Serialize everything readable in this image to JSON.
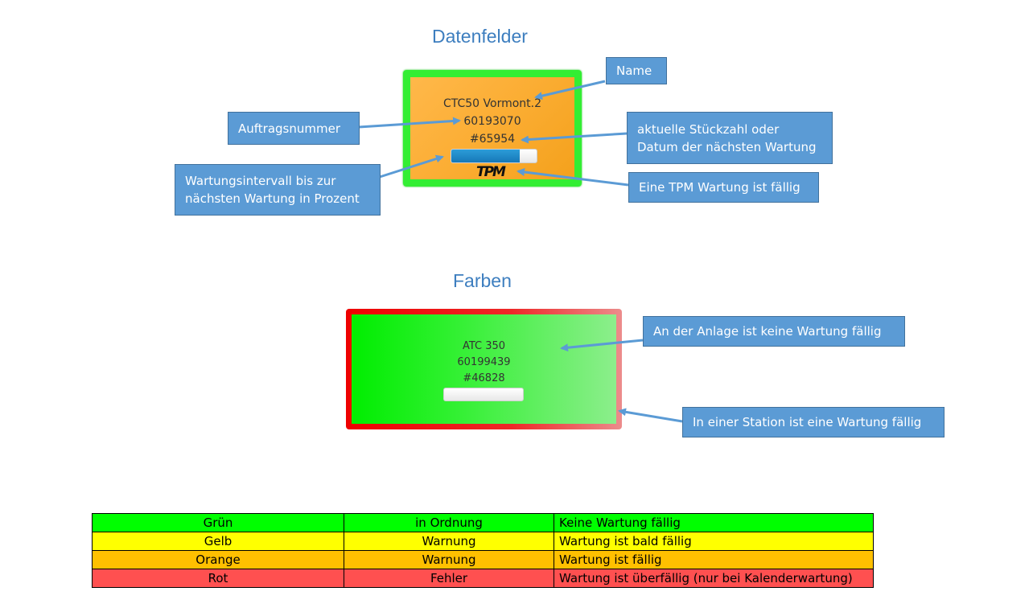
{
  "section1": {
    "title": "Datenfelder"
  },
  "section2": {
    "title": "Farben"
  },
  "tile1": {
    "name": "CTC50 Vormont.2",
    "order": "60193070",
    "count": "#65954",
    "progress": 0.8,
    "tpm_logo": "TPM",
    "border_color": "#33ee33",
    "fill_color": "#fbad33"
  },
  "tile2": {
    "name": "ATC 350",
    "order": "60199439",
    "count": "#46828",
    "progress": 0,
    "border_color": "#ee0000",
    "fill_color": "#00ee00"
  },
  "callouts": {
    "name": "Name",
    "order": "Auftragsnummer",
    "count_line1": "aktuelle Stückzahl oder",
    "count_line2": "Datum der nächsten Wartung",
    "interval_line1": "Wartungsintervall bis zur",
    "interval_line2": "nächsten Wartung in Prozent",
    "tpm": "Eine TPM Wartung ist fällig",
    "no_maintenance": "An der Anlage ist keine Wartung fällig",
    "station": "In einer Station ist eine Wartung fällig"
  },
  "legend": [
    {
      "color": "Grün",
      "state": "in Ordnung",
      "meaning": "Keine Wartung fällig",
      "bg": "#00ff00"
    },
    {
      "color": "Gelb",
      "state": "Warnung",
      "meaning": "Wartung ist bald fällig",
      "bg": "#ffff00"
    },
    {
      "color": "Orange",
      "state": "Warnung",
      "meaning": "Wartung ist fällig",
      "bg": "#ffc000"
    },
    {
      "color": "Rot",
      "state": "Fehler",
      "meaning": "Wartung ist überfällig (nur bei Kalenderwartung)",
      "bg": "#ff5050"
    }
  ],
  "colors": {
    "heading": "#3d7ebf",
    "callout_bg": "#5b9bd5",
    "arrow": "#5b9bd5"
  }
}
